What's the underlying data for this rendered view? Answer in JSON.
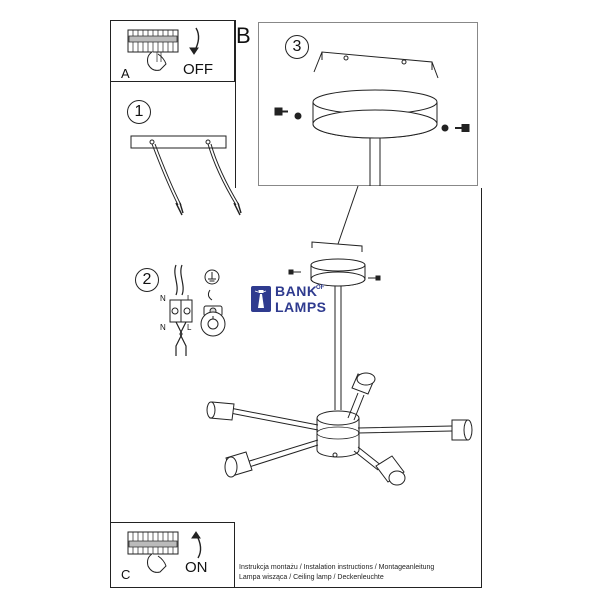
{
  "steps": {
    "box_a": {
      "label": "A",
      "state": "OFF"
    },
    "box_b": {
      "label": "B"
    },
    "box_c": {
      "label": "C",
      "state": "ON"
    },
    "step1": "1",
    "step2": "2",
    "step3": "3",
    "terminal_labels": {
      "n_top": "N",
      "l_top": "L",
      "n_bottom": "N",
      "l_bottom": "L"
    }
  },
  "logo": {
    "line1": "BANK",
    "of": "OF",
    "line2": "LAMPS",
    "color": "#2f3b8f"
  },
  "captions": {
    "line1": "Instrukcja montażu / Instalation instructions / Montageanleitung",
    "line2": "Lampa wisząca / Ceiling lamp / Deckenleuchte"
  }
}
